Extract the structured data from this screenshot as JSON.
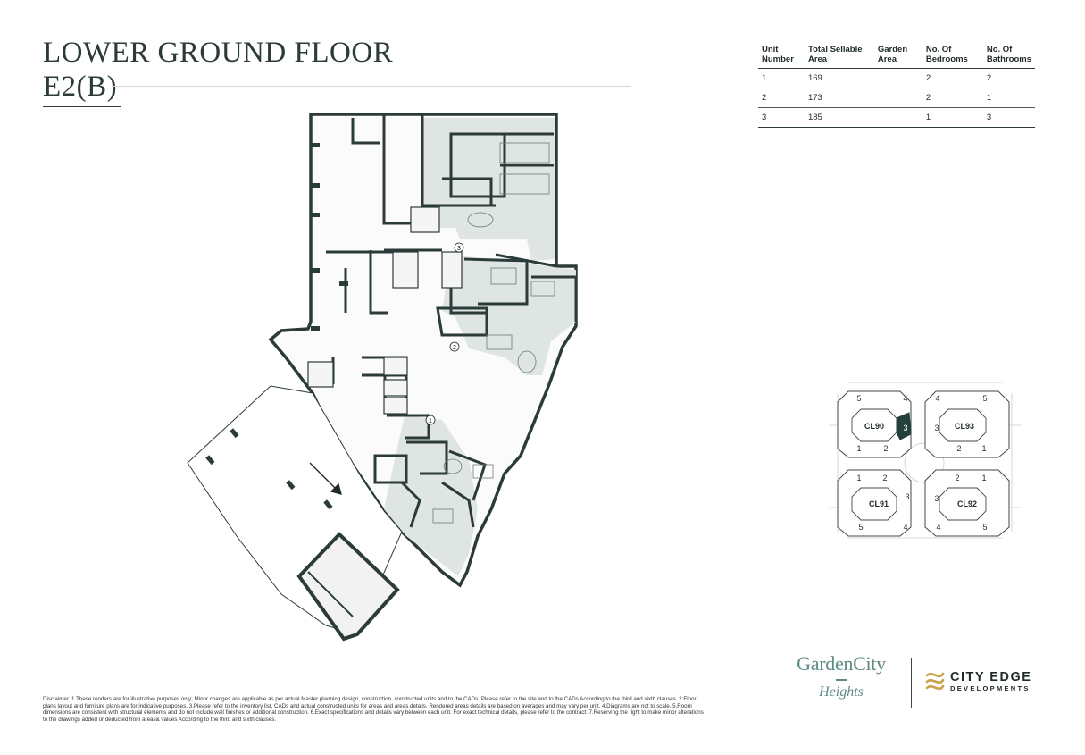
{
  "header": {
    "title_line1": "LOWER GROUND FLOOR",
    "title_line2": "E2(B)"
  },
  "units_table": {
    "columns": [
      "Unit\nNumber",
      "Total Sellable\nArea",
      "Garden\nArea",
      "No. Of\nBedrooms",
      "No. Of\nBathrooms"
    ],
    "rows": [
      [
        "1",
        "169",
        "",
        "2",
        "2"
      ],
      [
        "2",
        "173",
        "",
        "2",
        "1"
      ],
      [
        "3",
        "185",
        "",
        "1",
        "3"
      ]
    ]
  },
  "floorplan": {
    "unit_markers": [
      "1",
      "2",
      "3"
    ]
  },
  "key_plan": {
    "clusters": [
      {
        "name": "CL90",
        "numbers": [
          "5",
          "4",
          "1",
          "2",
          "3"
        ],
        "highlighted": "3"
      },
      {
        "name": "CL93",
        "numbers": [
          "4",
          "5",
          "3",
          "2",
          "1"
        ]
      },
      {
        "name": "CL91",
        "numbers": [
          "1",
          "2",
          "3",
          "5",
          "4"
        ]
      },
      {
        "name": "CL92",
        "numbers": [
          "2",
          "1",
          "3",
          "4",
          "5"
        ]
      }
    ],
    "highlight_color": "#25403a"
  },
  "brand": {
    "garden_city": "GardenCity",
    "heights": "Heights",
    "city_edge": "CITY EDGE",
    "developments": "DEVELOPMENTS",
    "gc_color": "#5f8a84",
    "ce_gold": "#c9a24a"
  },
  "disclaimer": "Disclaimer. 1.These renders are for illustrative purposes only; Minor changes are applicable as per actual Master planning design, construction, constructed units and to the CADs. Please refer to the site and to the CADs According to the third and sixth clauses. 2.Floor plans layout and furniture plans are for indicative purposes. 3.Please refer to the inventory list, CADs and actual constructed units for areas and areas details. Rendered areas details are based on averages and may vary per unit. 4.Diagrams are not to scale. 5.Room dimensions are consistent with structural elements and do not include wall finishes or additional construction. 6.Exact specifications and details vary between each unit. For exact technical details, please refer to the contract. 7.Reserving the right to make minor alterations to the drawings added or deducted from areas& values According to the third and sixth clauses."
}
